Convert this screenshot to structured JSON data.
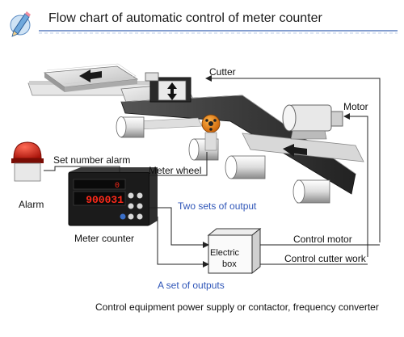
{
  "title": "Flow chart of automatic control of meter counter",
  "labels": {
    "cutter": "Cutter",
    "motor": "Motor",
    "set_number_alarm": "Set number alarm",
    "meter_wheel": "Meter wheel",
    "alarm": "Alarm",
    "two_sets_output": "Two sets of output",
    "meter_counter": "Meter counter",
    "electric_box_line1": "Electric",
    "electric_box_line2": "box",
    "control_motor": "Control motor",
    "control_cutter_work": "Control cutter work",
    "one_set_outputs": "A set of outputs",
    "bottom_note": "Control equipment power supply or contactor, frequency converter"
  },
  "counter_display": {
    "top_digit": "0",
    "main_value": "900031"
  },
  "colors": {
    "accent_blue": "#2f56b8",
    "display_red": "#ff2a1a",
    "alarm_red": "#d8281c",
    "wheel_orange": "#e8861a"
  },
  "icons": [
    "pencil-icon",
    "up-arrow-icon",
    "left-arrow-icon",
    "double-arrow-icon"
  ]
}
